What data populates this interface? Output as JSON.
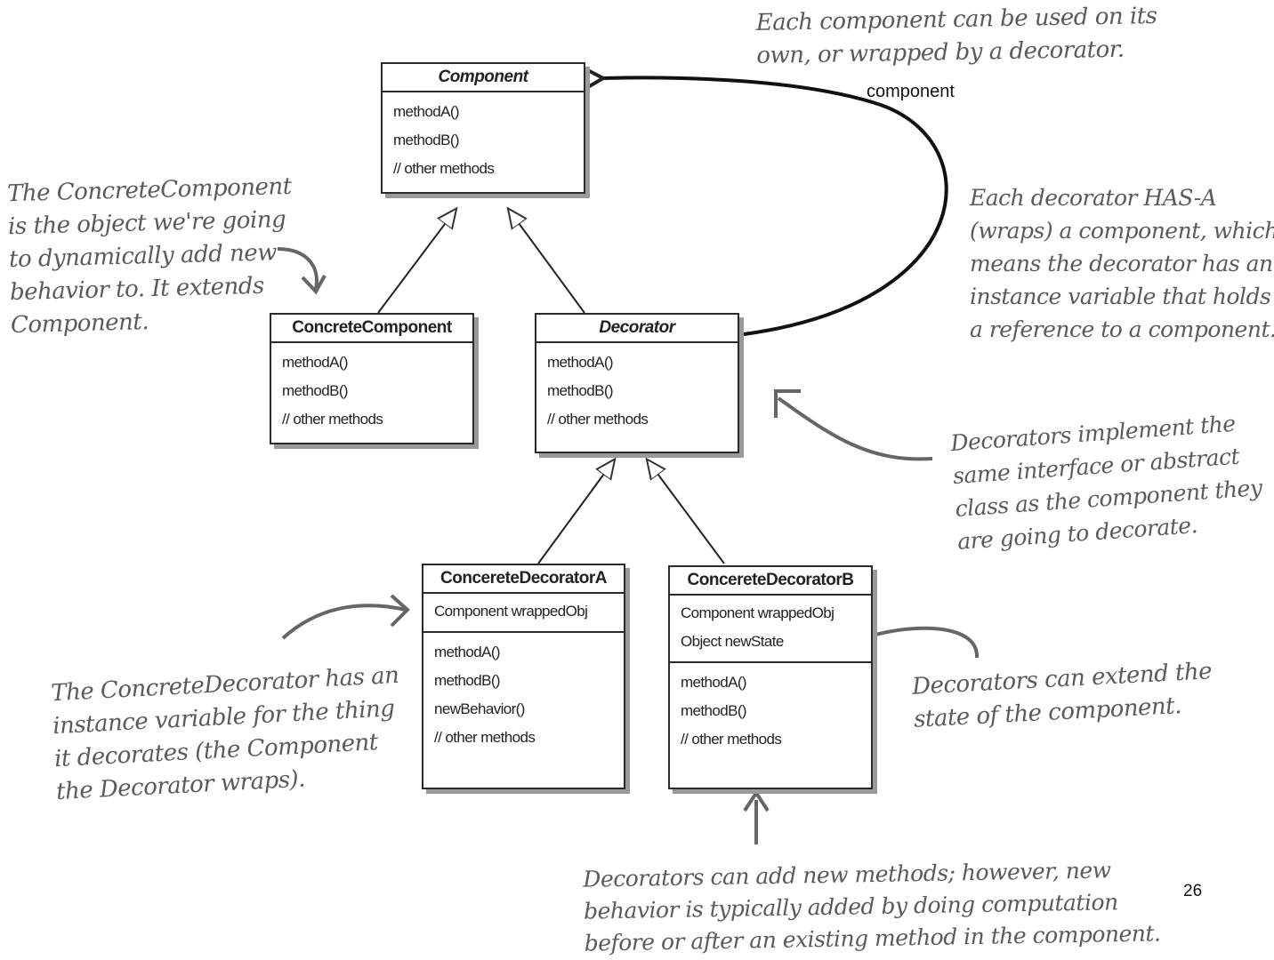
{
  "classes": {
    "component": {
      "name": "Component",
      "methods": [
        "methodA()",
        "methodB()",
        "// other methods"
      ]
    },
    "concrete_component": {
      "name": "ConcreteComponent",
      "methods": [
        "methodA()",
        "methodB()",
        "// other methods"
      ]
    },
    "decorator": {
      "name": "Decorator",
      "methods": [
        "methodA()",
        "methodB()",
        "// other methods"
      ]
    },
    "concrete_decorator_a": {
      "name": "ConcereteDecoratorA",
      "fields": [
        "Component wrappedObj"
      ],
      "methods": [
        "methodA()",
        "methodB()",
        "newBehavior()",
        "// other methods"
      ]
    },
    "concrete_decorator_b": {
      "name": "ConcereteDecoratorB",
      "fields": [
        "Component wrappedObj",
        "Object newState"
      ],
      "methods": [
        "methodA()",
        "methodB()",
        "// other methods"
      ]
    }
  },
  "association_label": "component",
  "notes": {
    "top": [
      "Each component can be used on its",
      "own, or wrapped by a decorator."
    ],
    "left_top": [
      "The ConcreteComponent",
      "is the object we're going",
      "to dynamically add new",
      "behavior to. It extends",
      "Component."
    ],
    "right_top": [
      "Each decorator HAS-A",
      "(wraps) a component, which",
      "means the decorator has an",
      "instance variable that holds",
      "a reference to a component."
    ],
    "right_middle": [
      "Decorators implement the",
      "same interface or abstract",
      "class as the component they",
      "are going to decorate."
    ],
    "left_bottom": [
      "The ConcreteDecorator has an",
      "instance variable for the thing",
      "it decorates (the Component",
      "the Decorator wraps)."
    ],
    "right_bottom": [
      "Decorators can extend the",
      "state of the component."
    ],
    "bottom": [
      "Decorators can add new methods; however, new",
      "behavior is typically added by doing computation",
      "before or after an existing method in the component."
    ]
  },
  "page_number": "26"
}
